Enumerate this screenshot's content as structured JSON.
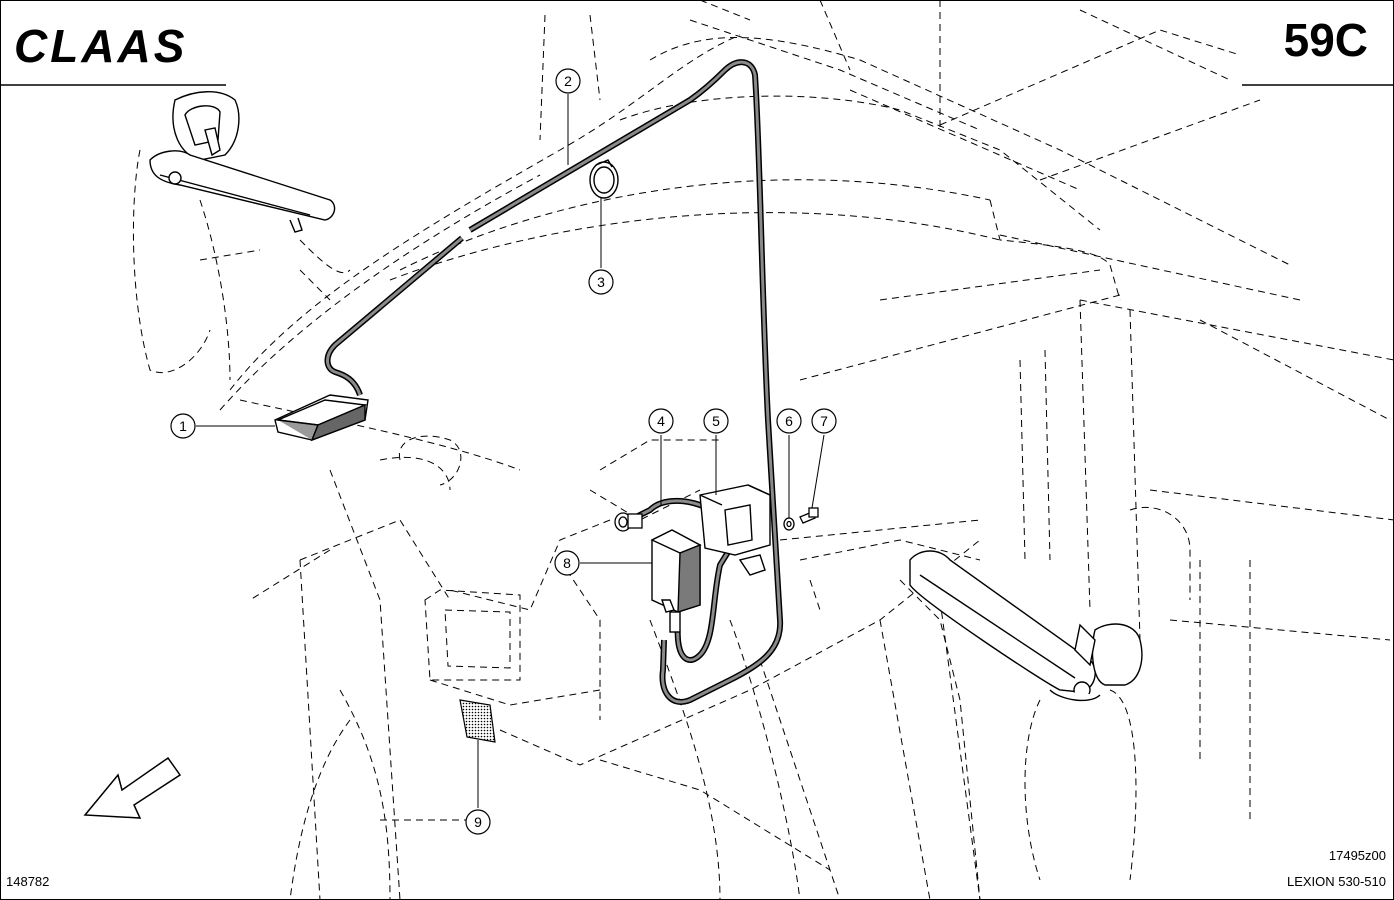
{
  "header": {
    "brand_logo": "CLAAS",
    "page_code": "59C"
  },
  "footer": {
    "left_ref": "148782",
    "drawing_ref": "17495z00",
    "model": "LEXION 530-510"
  },
  "callouts": [
    {
      "id": "callout-1",
      "label": "1"
    },
    {
      "id": "callout-2",
      "label": "2"
    },
    {
      "id": "callout-3",
      "label": "3"
    },
    {
      "id": "callout-4",
      "label": "4"
    },
    {
      "id": "callout-5",
      "label": "5"
    },
    {
      "id": "callout-6",
      "label": "6"
    },
    {
      "id": "callout-7",
      "label": "7"
    },
    {
      "id": "callout-8",
      "label": "8"
    },
    {
      "id": "callout-9",
      "label": "9"
    }
  ],
  "colors": {
    "ink": "#000000",
    "paper": "#ffffff",
    "cable_fill": "#8a8a8a"
  }
}
